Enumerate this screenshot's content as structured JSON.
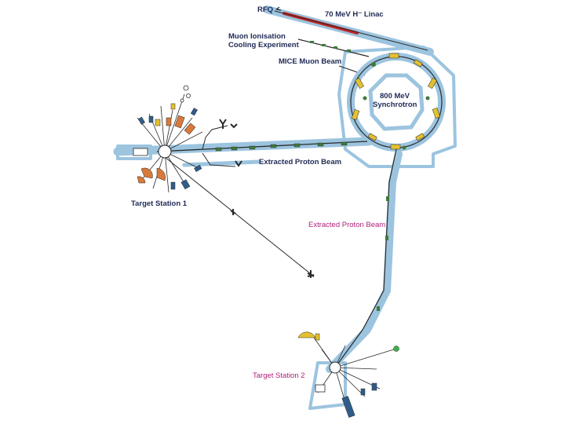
{
  "labels": {
    "rfq": "RFQ",
    "linac": "70 MeV H⁻ Linac",
    "muon_line1": "Muon Ionisation",
    "muon_line2": "Cooling Experiment",
    "mice_beam": "MICE Muon Beam",
    "sync_line1": "800 MeV",
    "sync_line2": "Synchrotron",
    "extracted_beam_1": "Extracted Proton Beam",
    "extracted_beam_2": "Extracted Proton Beam",
    "target_station_1": "Target Station 1",
    "target_station_2": "Target Station 2"
  },
  "colors": {
    "beam_tunnel": "#9cc4df",
    "tunnel_edge": "#6e9fc4",
    "beamline": "#2a2a2a",
    "linac_red": "#c42626",
    "label_navy": "#1f2a55",
    "label_magenta": "#b0207a",
    "magnet_yellow": "#e4c12e",
    "magnet_green": "#3f7a3a",
    "instrument_orange": "#d8793a",
    "instrument_blue": "#2f5c8a"
  },
  "icons": [
    "synchrotron-ring",
    "target-station-1-hub",
    "target-station-2-hub",
    "linac-bar",
    "instrument-cluster",
    "detector-dish"
  ]
}
